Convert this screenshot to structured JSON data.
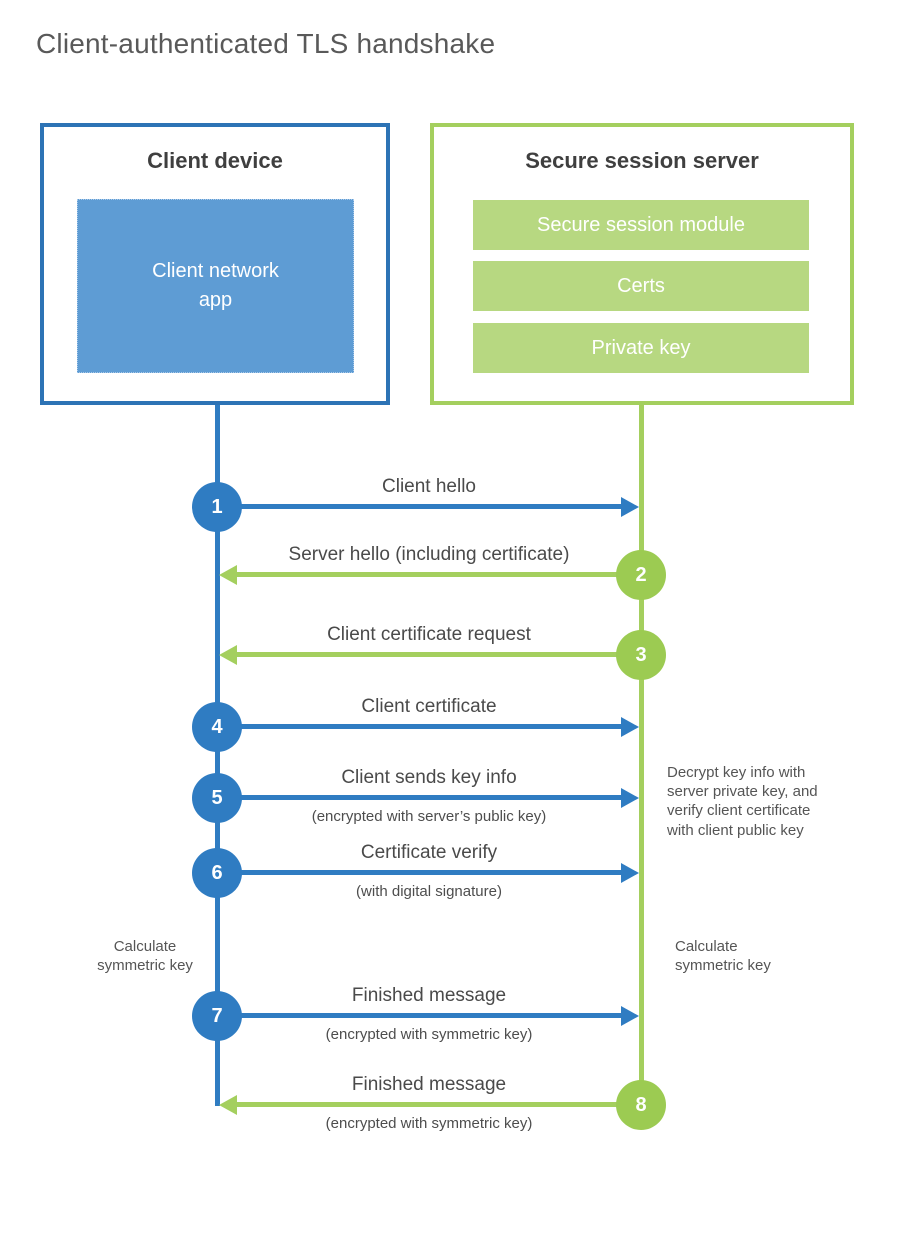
{
  "title": "Client-authenticated TLS handshake",
  "client_box": {
    "title": "Client device",
    "app": "Client network app"
  },
  "server_box": {
    "title": "Secure session server",
    "modules": [
      "Secure session module",
      "Certs",
      "Private key"
    ]
  },
  "steps": [
    {
      "num": "1",
      "label": "Client hello",
      "direction": "right",
      "color": "blue"
    },
    {
      "num": "2",
      "label": "Server hello (including certificate)",
      "direction": "left",
      "color": "green"
    },
    {
      "num": "3",
      "label": "Client certificate request",
      "direction": "left",
      "color": "green"
    },
    {
      "num": "4",
      "label": "Client certificate",
      "direction": "right",
      "color": "blue"
    },
    {
      "num": "5",
      "label": "Client sends key info",
      "sub": "(encrypted with server’s public key)",
      "direction": "right",
      "color": "blue"
    },
    {
      "num": "6",
      "label": "Certificate verify",
      "sub": "(with digital signature)",
      "direction": "right",
      "color": "blue"
    },
    {
      "num": "7",
      "label": "Finished message",
      "sub": "(encrypted with symmetric key)",
      "direction": "right",
      "color": "blue"
    },
    {
      "num": "8",
      "label": "Finished message",
      "sub": "(encrypted with symmetric key)",
      "direction": "left",
      "color": "green"
    }
  ],
  "annotations": {
    "server_note_lines": [
      "Decrypt key info with",
      "server private key, and",
      "verify client certificate",
      "with client public key"
    ],
    "client_calculate": "Calculate symmetric key",
    "server_calculate": "Calculate symmetric key"
  },
  "colors": {
    "blue": "#2f7cc2",
    "blue_box_border": "#2d73b5",
    "blue_fill": "#5e9cd4",
    "green": "#a4cf5e",
    "green_circle": "#9ccb52",
    "green_fill": "#b7d881",
    "text_dark": "#4a4a4a",
    "title_gray": "#595959"
  }
}
